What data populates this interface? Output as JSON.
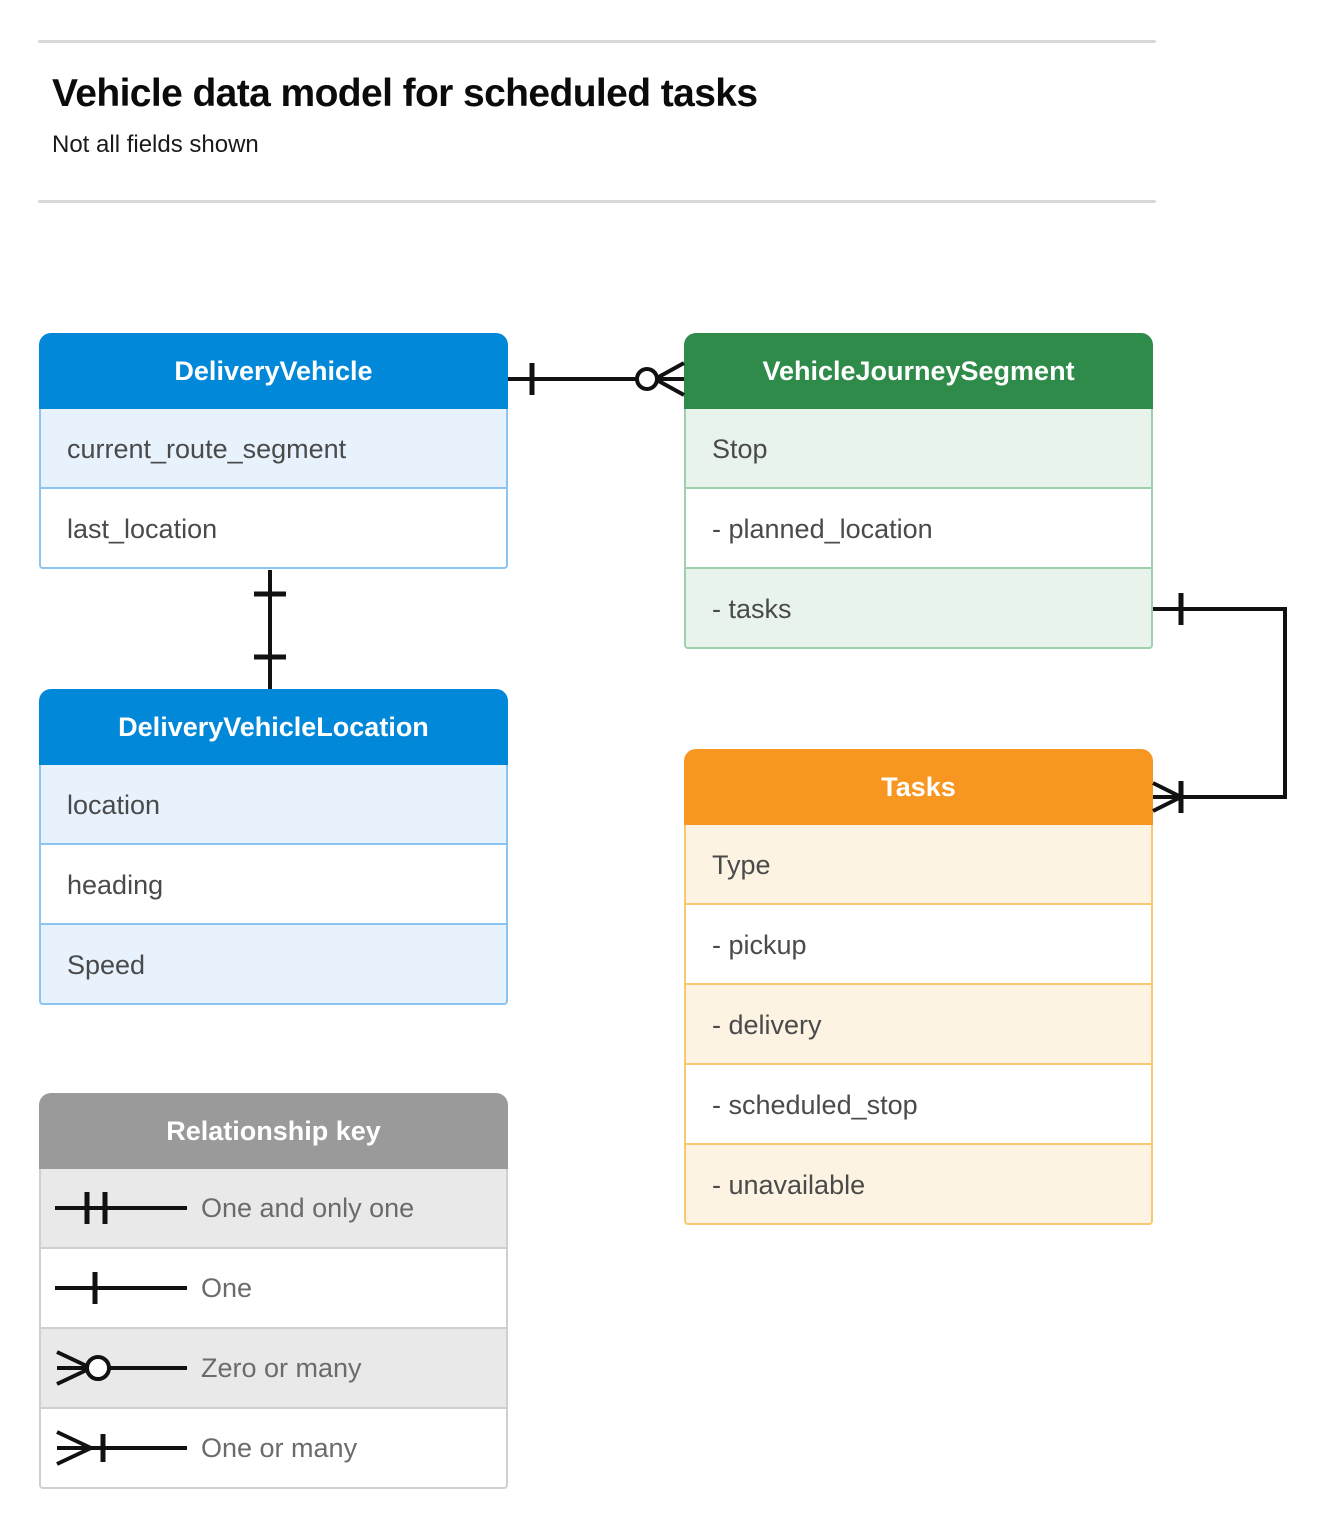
{
  "header": {
    "title": "Vehicle data model for scheduled tasks",
    "subtitle": "Not all fields shown"
  },
  "entities": [
    {
      "id": "delivery-vehicle",
      "name": "DeliveryVehicle",
      "color": "#0288d8",
      "rows": [
        {
          "label": "current_route_segment",
          "tint": true
        },
        {
          "label": "last_location",
          "tint": false
        }
      ]
    },
    {
      "id": "delivery-vehicle-location",
      "name": "DeliveryVehicleLocation",
      "color": "#0288d8",
      "rows": [
        {
          "label": "location",
          "tint": true
        },
        {
          "label": "heading",
          "tint": false
        },
        {
          "label": "Speed",
          "tint": true
        }
      ]
    },
    {
      "id": "journey-segment",
      "name": "VehicleJourneySegment",
      "color": "#2e8b49",
      "rows": [
        {
          "label": "Stop",
          "tint": true
        },
        {
          "label": "-  planned_location",
          "tint": false
        },
        {
          "label": "- tasks",
          "tint": true
        }
      ]
    },
    {
      "id": "tasks",
      "name": "Tasks",
      "color": "#f79620",
      "rows": [
        {
          "label": "Type",
          "tint": true
        },
        {
          "label": "-  pickup",
          "tint": false
        },
        {
          "label": "-  delivery",
          "tint": true
        },
        {
          "label": "-  scheduled_stop",
          "tint": false
        },
        {
          "label": "-  unavailable",
          "tint": true
        }
      ]
    }
  ],
  "legend": {
    "title": "Relationship key",
    "color": "#9a9a9a",
    "rows": [
      {
        "symbol": "one-and-only-one-icon",
        "label": "One and only one"
      },
      {
        "symbol": "one-icon",
        "label": "One"
      },
      {
        "symbol": "zero-or-many-icon",
        "label": "Zero or many"
      },
      {
        "symbol": "one-or-many-icon",
        "label": "One or many"
      }
    ]
  },
  "relationships": [
    {
      "id": "vehicle-to-journey-segment",
      "from": "DeliveryVehicle",
      "to": "VehicleJourneySegment",
      "from_cardinality": "One",
      "to_cardinality": "Zero or many"
    },
    {
      "id": "vehicle-to-vehicle-location",
      "from": "DeliveryVehicle",
      "to": "DeliveryVehicleLocation",
      "from_cardinality": "One",
      "to_cardinality": "One"
    },
    {
      "id": "journey-segment-tasks-to-tasks",
      "from": "VehicleJourneySegment.tasks",
      "to": "Tasks",
      "from_cardinality": "One",
      "to_cardinality": "One or many"
    }
  ]
}
